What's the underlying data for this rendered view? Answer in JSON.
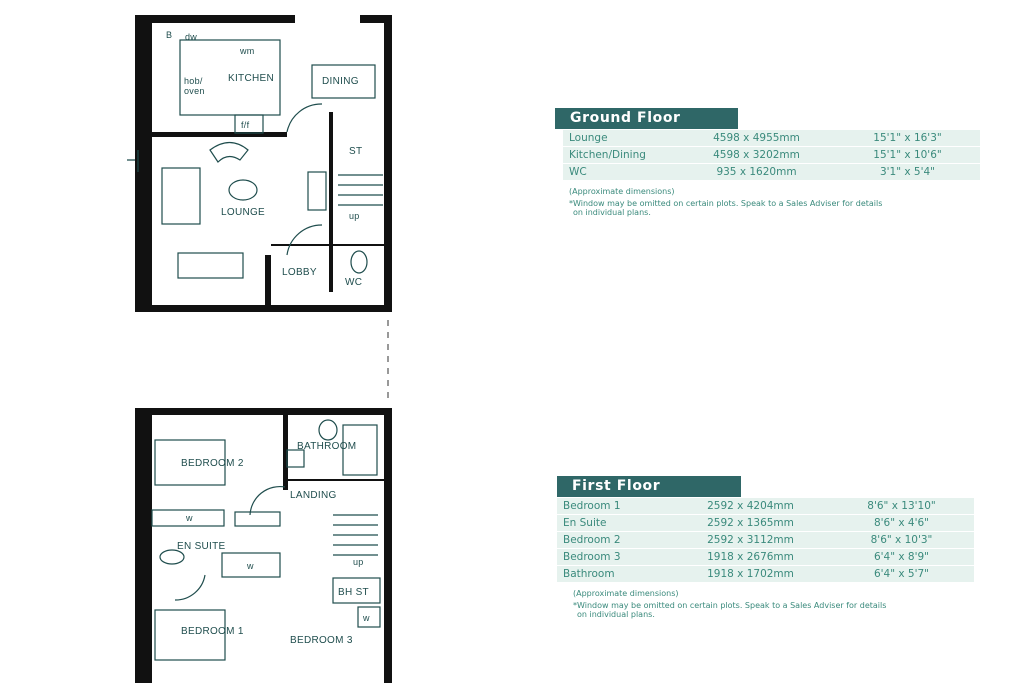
{
  "ground_plan": {
    "labels": {
      "b": "B",
      "dw": "dw",
      "wm": "wm",
      "hob": "hob/",
      "oven": "oven",
      "kitchen": "KITCHEN",
      "dining": "DINING",
      "ff": "f/f",
      "st": "ST",
      "up": "up",
      "lounge": "LOUNGE",
      "lobby": "LOBBY",
      "wc": "WC"
    }
  },
  "first_plan": {
    "labels": {
      "bedroom2": "BEDROOM 2",
      "bathroom": "BATHROOM",
      "landing": "LANDING",
      "w1": "w",
      "ensuite": "EN SUITE",
      "w2": "w",
      "up": "up",
      "bhst": "BH ST",
      "w3": "w",
      "bedroom1": "BEDROOM 1",
      "bedroom3": "BEDROOM 3"
    }
  },
  "ground_floor": {
    "title": "Ground Floor",
    "rows": [
      {
        "room": "Lounge",
        "metric": "4598 x 4955mm",
        "imperial": "15'1\"  x 16'3\""
      },
      {
        "room": "Kitchen/Dining",
        "metric": "4598 x 3202mm",
        "imperial": "15'1\"  x 10'6\""
      },
      {
        "room": "WC",
        "metric": "935 x 1620mm",
        "imperial": "3'1\"  x 5'4\""
      }
    ],
    "approx": "(Approximate dimensions)",
    "note1": "*Window may be omitted on certain plots. Speak to a Sales Adviser for details",
    "note2": "on individual plans."
  },
  "first_floor": {
    "title": "First Floor",
    "rows": [
      {
        "room": "Bedroom 1",
        "metric": "2592 x 4204mm",
        "imperial": "8'6\" x 13'10\""
      },
      {
        "room": "En Suite",
        "metric": "2592 x 1365mm",
        "imperial": "8'6\" x 4'6\""
      },
      {
        "room": "Bedroom 2",
        "metric": "2592 x 3112mm",
        "imperial": "8'6\" x 10'3\""
      },
      {
        "room": "Bedroom 3",
        "metric": "1918 x 2676mm",
        "imperial": "6'4\" x 8'9\""
      },
      {
        "room": "Bathroom",
        "metric": "1918 x 1702mm",
        "imperial": "6'4\" x 5'7\""
      }
    ],
    "approx": "(Approximate dimensions)",
    "note1": "*Window may be omitted on certain plots. Speak to a Sales Adviser for details",
    "note2": "on individual plans."
  },
  "colors": {
    "header_bg": "#2f6767",
    "row_bg": "#e6f2ee",
    "text": "#3a8a7c",
    "walls": "#111111"
  }
}
